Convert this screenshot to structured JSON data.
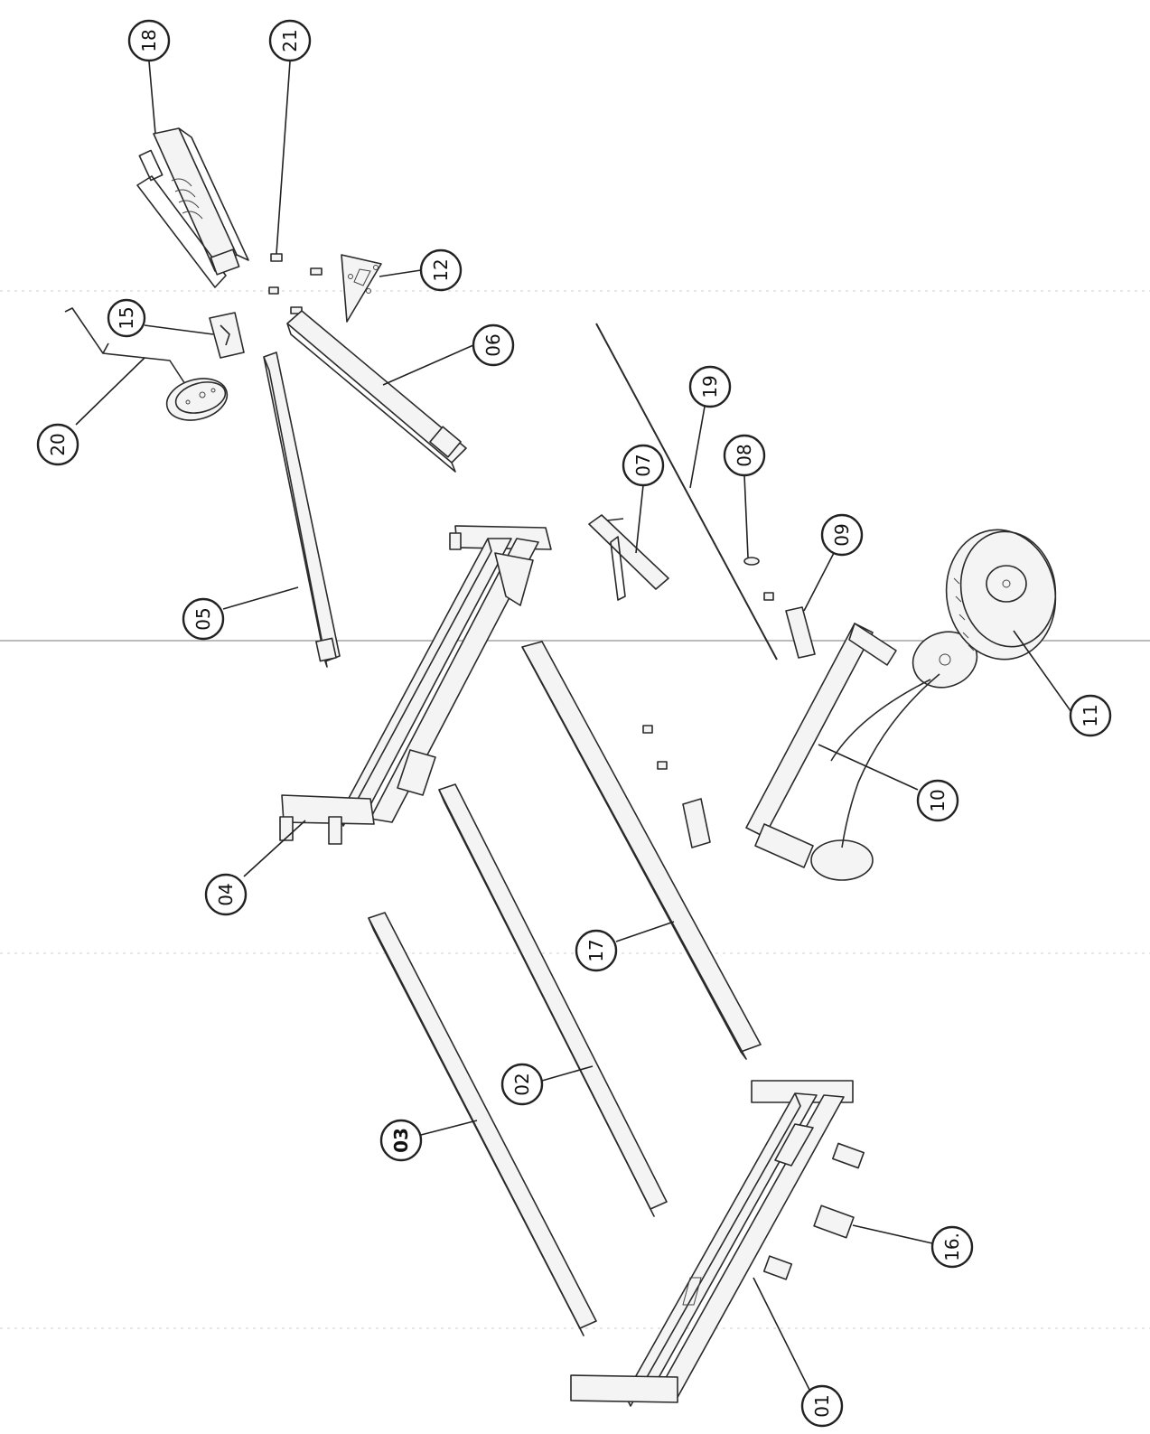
{
  "callouts": [
    {
      "id": "c18",
      "label": "18"
    },
    {
      "id": "c21",
      "label": "21"
    },
    {
      "id": "c12",
      "label": "12"
    },
    {
      "id": "c15",
      "label": "15"
    },
    {
      "id": "c20",
      "label": "20"
    },
    {
      "id": "c06",
      "label": "06"
    },
    {
      "id": "c19",
      "label": "19"
    },
    {
      "id": "c07",
      "label": "07"
    },
    {
      "id": "c08",
      "label": "08"
    },
    {
      "id": "c09",
      "label": "09"
    },
    {
      "id": "c05",
      "label": "05"
    },
    {
      "id": "c11",
      "label": "11"
    },
    {
      "id": "c10",
      "label": "10"
    },
    {
      "id": "c04",
      "label": "04"
    },
    {
      "id": "c17",
      "label": "17"
    },
    {
      "id": "c02",
      "label": "02"
    },
    {
      "id": "c03",
      "label": "03"
    },
    {
      "id": "c16",
      "label": "16."
    },
    {
      "id": "c01",
      "label": "01"
    }
  ]
}
